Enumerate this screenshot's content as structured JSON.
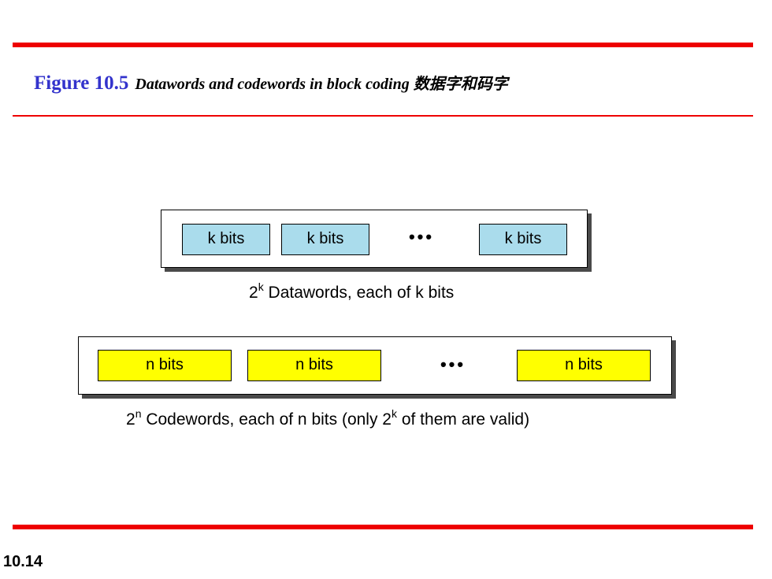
{
  "colors": {
    "rule": "#ee0000",
    "title_blue": "#3333cc",
    "dataword_fill": "#aadcec",
    "codeword_fill": "#ffff00"
  },
  "title": {
    "figure": "Figure 10.5",
    "caption": "Datawords and codewords in block coding 数据字和码字"
  },
  "datawords": {
    "cells": [
      "k bits",
      "k bits",
      "k bits"
    ],
    "dots": "•••",
    "label_base": "2",
    "label_exp": "k",
    "label_text": " Datawords, each of k bits"
  },
  "codewords": {
    "cells": [
      "n bits",
      "n bits",
      "n bits"
    ],
    "dots": "•••",
    "label_base": "2",
    "label_exp": "n",
    "label_text1": " Codewords, each of n bits (only 2",
    "label_exp2": "k",
    "label_text2": " of them are valid)"
  },
  "page_number": "10.14"
}
